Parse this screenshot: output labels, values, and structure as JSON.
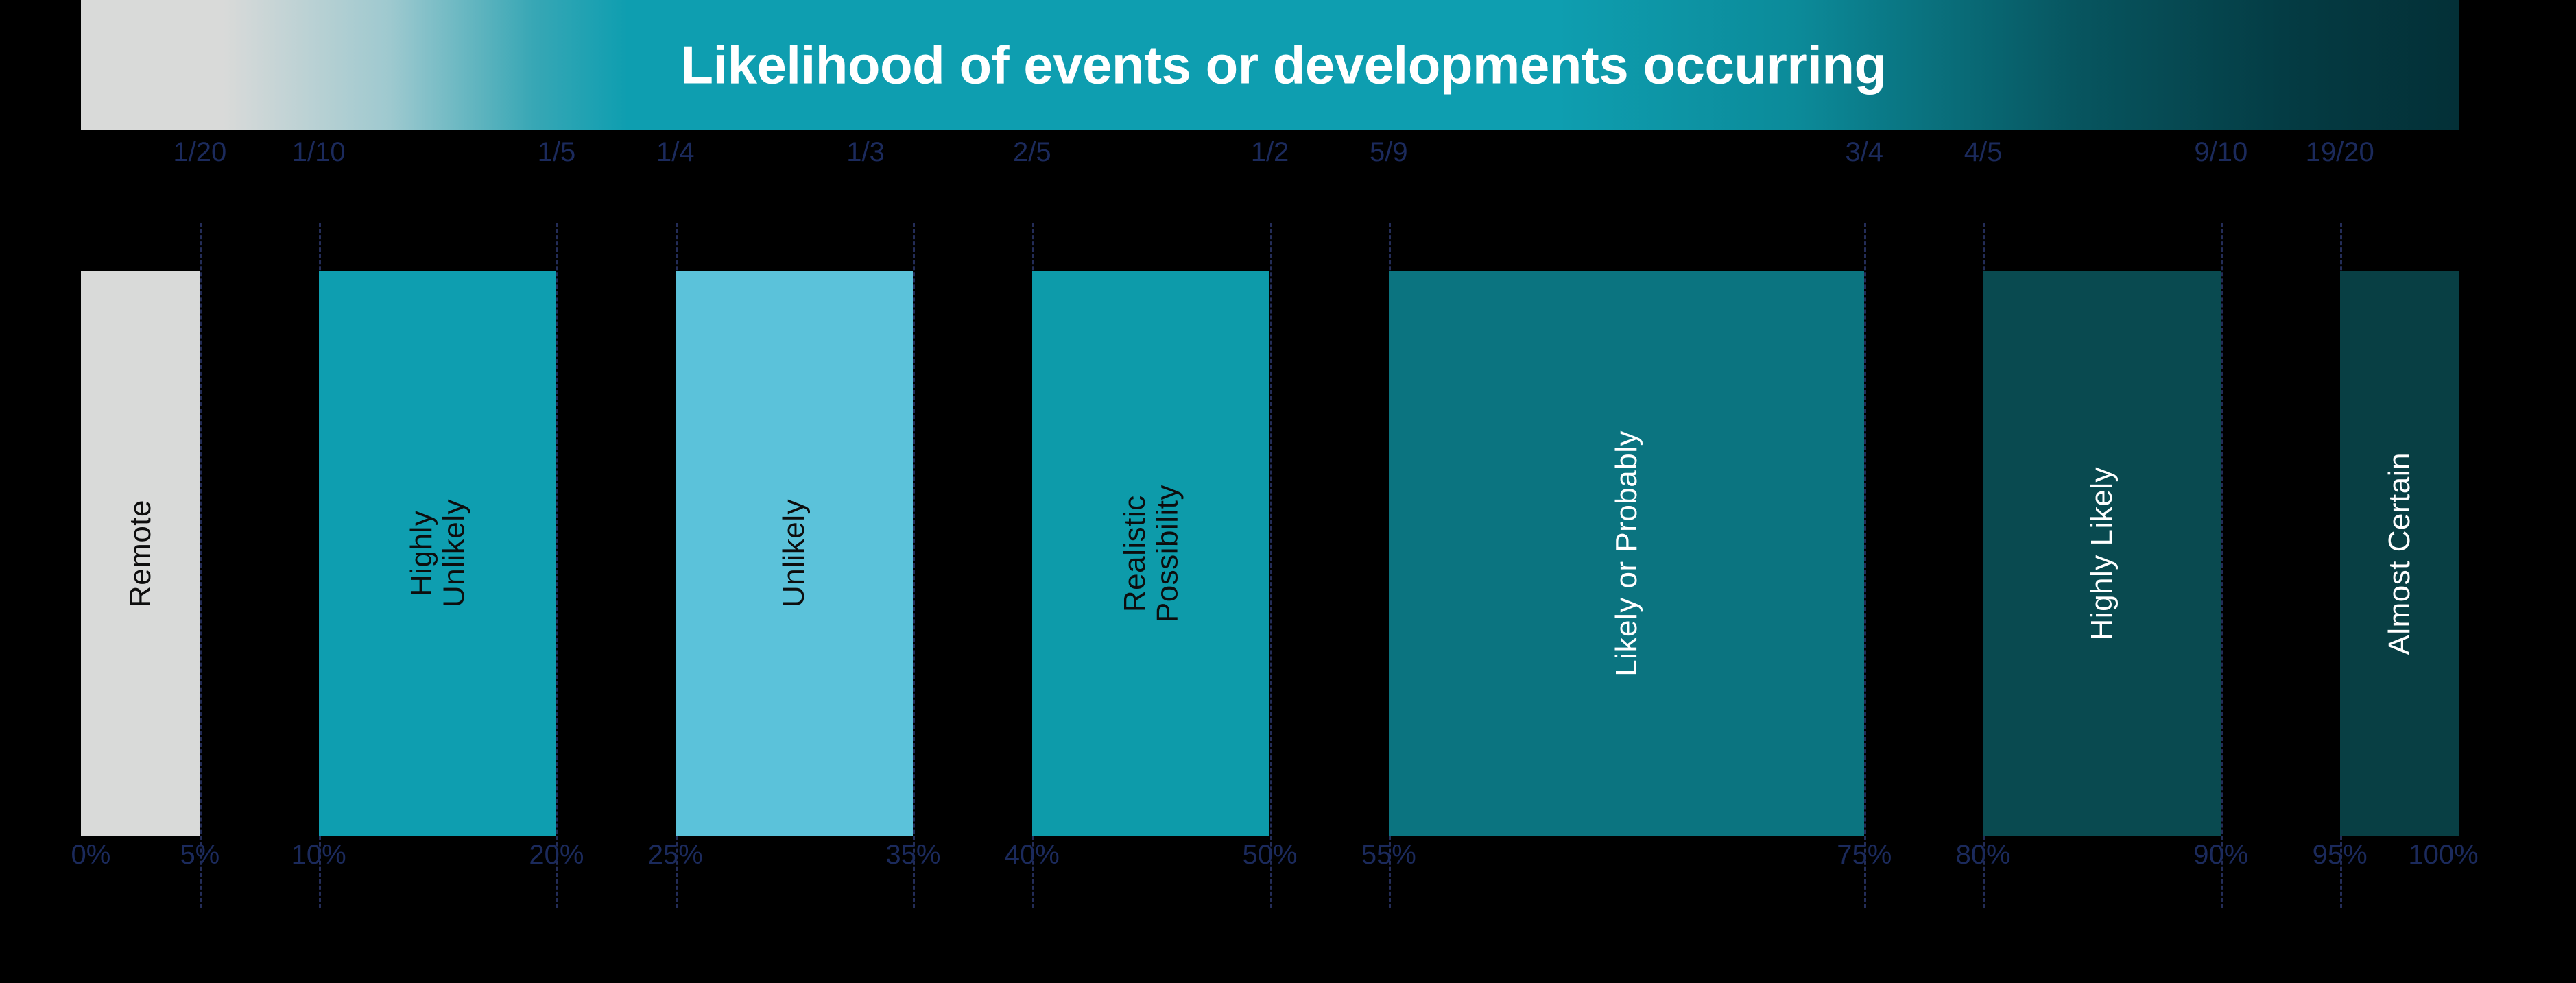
{
  "banner": {
    "title": "Likelihood of events or developments occurring",
    "gradient_start": "#d9dad9",
    "gradient_mid": "#0e9eb0",
    "gradient_end": "#033037",
    "title_color": "#ffffff"
  },
  "axis": {
    "tick_color": "#1b2a5c",
    "guide_color": "#232c57",
    "fraction_ticks": [
      {
        "label": "1/20",
        "value": 5
      },
      {
        "label": "1/10",
        "value": 10
      },
      {
        "label": "1/5",
        "value": 20
      },
      {
        "label": "1/4",
        "value": 25
      },
      {
        "label": "1/3",
        "value": 33
      },
      {
        "label": "2/5",
        "value": 40
      },
      {
        "label": "1/2",
        "value": 50
      },
      {
        "label": "5/9",
        "value": 55
      },
      {
        "label": "3/4",
        "value": 75
      },
      {
        "label": "4/5",
        "value": 80
      },
      {
        "label": "9/10",
        "value": 90
      },
      {
        "label": "19/20",
        "value": 95
      }
    ],
    "percent_ticks": [
      {
        "label": "0%",
        "value": 0
      },
      {
        "label": "5%",
        "value": 5
      },
      {
        "label": "10%",
        "value": 10
      },
      {
        "label": "20%",
        "value": 20
      },
      {
        "label": "25%",
        "value": 25
      },
      {
        "label": "35%",
        "value": 35
      },
      {
        "label": "40%",
        "value": 40
      },
      {
        "label": "50%",
        "value": 50
      },
      {
        "label": "55%",
        "value": 55
      },
      {
        "label": "75%",
        "value": 75
      },
      {
        "label": "80%",
        "value": 80
      },
      {
        "label": "90%",
        "value": 90
      },
      {
        "label": "95%",
        "value": 95
      },
      {
        "label": "100%",
        "value": 100
      }
    ],
    "guides": [
      5,
      10,
      20,
      25,
      35,
      40,
      50,
      55,
      75,
      80,
      90,
      95
    ]
  },
  "chart_data": {
    "type": "bar",
    "orientation": "horizontal-ranges",
    "title": "Likelihood of events or developments occurring",
    "xlabel": "",
    "ylabel": "",
    "xlim": [
      0,
      100
    ],
    "grid": true,
    "legend": "none",
    "categories": [
      "Remote",
      "Highly Unlikely",
      "Unlikely",
      "Realistic Possibility",
      "Likely or Probably",
      "Highly Likely",
      "Almost Certain"
    ],
    "ranges": [
      {
        "label": "Remote",
        "label_lines": "Remote",
        "start": 0,
        "end": 5,
        "color": "#d9dad9",
        "text_color": "#0d0d0d",
        "fraction_low": "",
        "fraction_high": "1/20"
      },
      {
        "label": "Highly Unlikely",
        "label_lines": "Highly\nUnlikely",
        "start": 10,
        "end": 20,
        "color": "#0e9eb0",
        "text_color": "#0d0d0d",
        "fraction_low": "1/10",
        "fraction_high": "1/5"
      },
      {
        "label": "Unlikely",
        "label_lines": "Unlikely",
        "start": 25,
        "end": 35,
        "color": "#5bc2da",
        "text_color": "#0d0d0d",
        "fraction_low": "1/4",
        "fraction_high": "1/3"
      },
      {
        "label": "Realistic Possibility",
        "label_lines": "Realistic\nPossibility",
        "start": 40,
        "end": 50,
        "color": "#0d9baa",
        "text_color": "#0d0d0d",
        "fraction_low": "2/5",
        "fraction_high": "1/2"
      },
      {
        "label": "Likely or Probably",
        "label_lines": "Likely or Probably",
        "start": 55,
        "end": 75,
        "color": "#0b7480",
        "text_color": "#ffffff",
        "fraction_low": "5/9",
        "fraction_high": "3/4"
      },
      {
        "label": "Highly Likely",
        "label_lines": "Highly Likely",
        "start": 80,
        "end": 90,
        "color": "#094a50",
        "text_color": "#ffffff",
        "fraction_low": "4/5",
        "fraction_high": "9/10"
      },
      {
        "label": "Almost Certain",
        "label_lines": "Almost Certain",
        "start": 95,
        "end": 100,
        "color": "#083f44",
        "text_color": "#ffffff",
        "fraction_low": "19/20",
        "fraction_high": ""
      }
    ]
  }
}
